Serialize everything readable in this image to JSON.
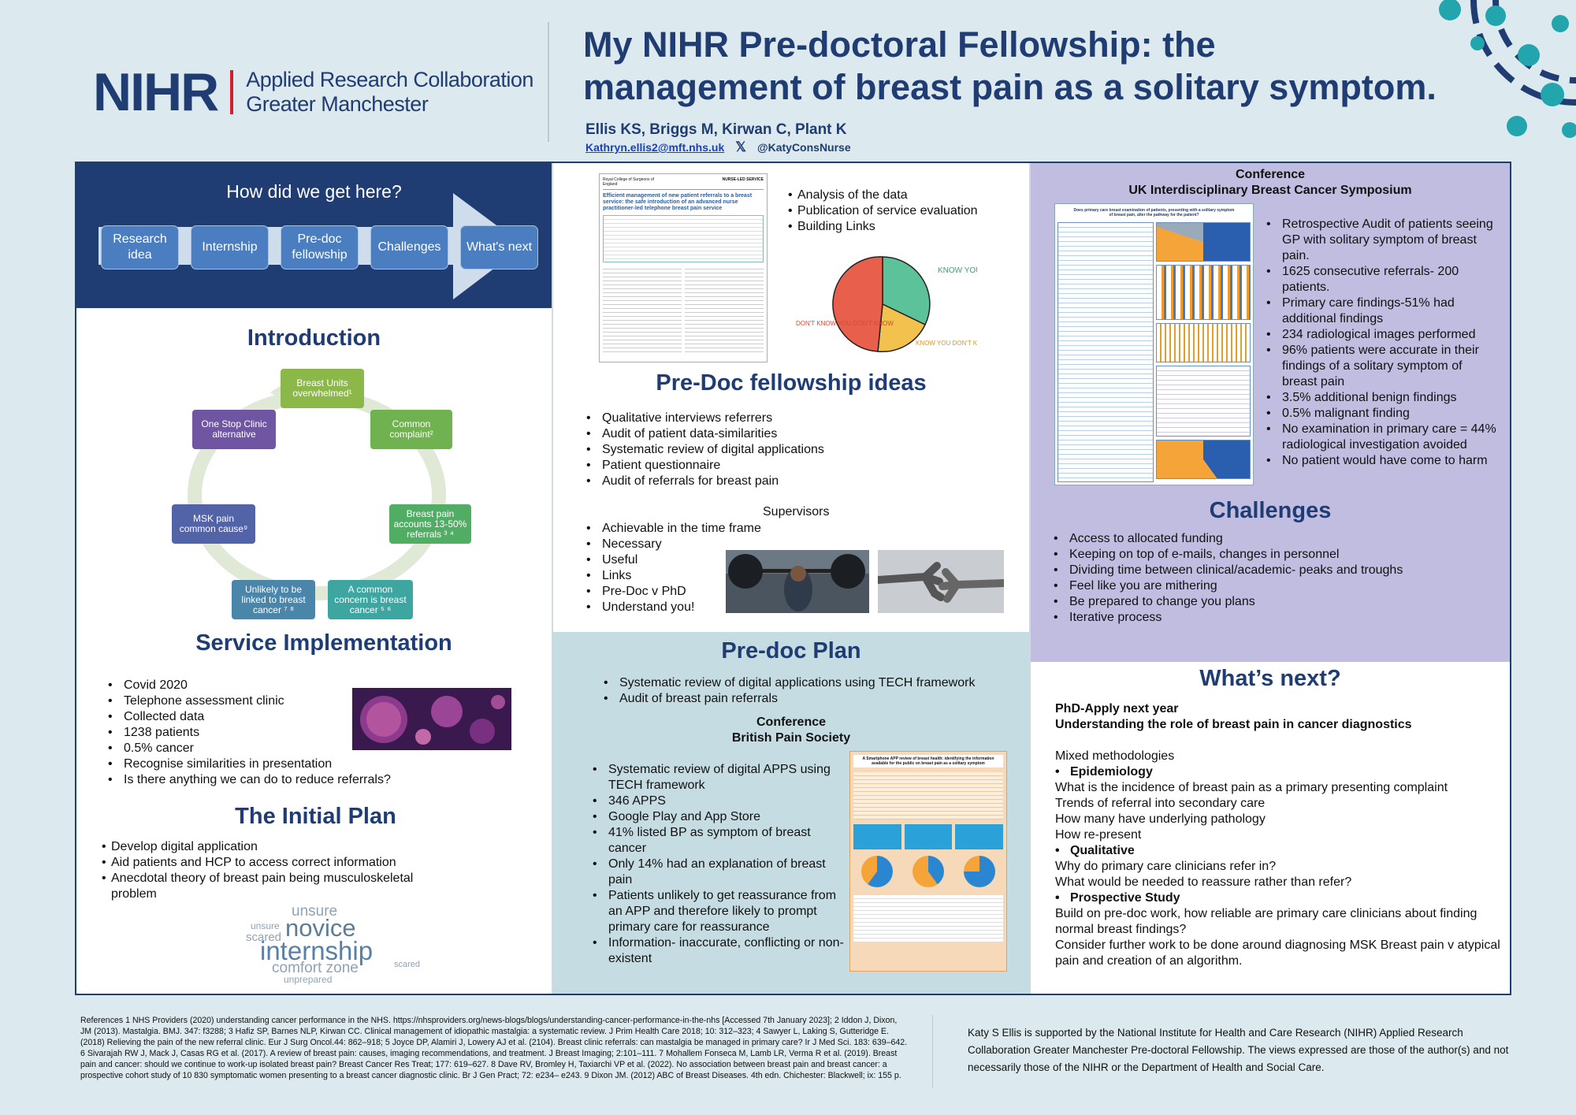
{
  "header": {
    "logo_mark": "NIHR",
    "logo_line1": "Applied Research Collaboration",
    "logo_line2": "Greater Manchester",
    "title": "My NIHR Pre-doctoral Fellowship: the management of breast pain as a solitary symptom.",
    "authors": "Ellis KS, Briggs M, Kirwan C, Plant K",
    "email": "Kathryn.ellis2@mft.nhs.uk",
    "x_icon": "x-logo-icon",
    "twitter": "@KatyConsNurse"
  },
  "how": {
    "title": "How  did we get here?",
    "steps": [
      "Research idea",
      "Internship",
      "Pre-doc fellowship",
      "Challenges",
      "What's next"
    ]
  },
  "intro": {
    "heading": "Introduction",
    "cycle": [
      "Breast Units overwhelmed¹",
      "Common complaint²",
      "Breast pain accounts 13-50% referrals ³ ⁴",
      "A common concern is breast cancer ⁵ ⁶",
      "Unlikely to be linked to breast cancer ⁷ ⁸",
      "MSK pain common cause⁹",
      "One Stop Clinic alternative"
    ]
  },
  "service": {
    "heading": "Service Implementation",
    "items": [
      "Covid 2020",
      "Telephone assessment clinic",
      "Collected data",
      "1238 patients",
      "0.5% cancer",
      "Recognise similarities in presentation",
      "Is there anything we can do to reduce referrals?"
    ]
  },
  "initial": {
    "heading": "The Initial Plan",
    "items": [
      "Develop digital application",
      "Aid patients and HCP to access correct information",
      "Anecdotal theory of breast pain being musculoskeletal problem"
    ],
    "cloud": {
      "w1": "unsure",
      "w2": "novice",
      "w3": "internship",
      "w4": "comfort zone",
      "w5": "unprepared",
      "w6": "scared",
      "w7": "unsure",
      "w8": "scared"
    }
  },
  "paper": {
    "journal": "Royal College of Surgeons of England",
    "service": "NURSE-LED SERVICE",
    "title": "Efficient management of new patient referrals to a breast service: the safe introduction of an advanced nurse practitioner-led telephone breast pain service"
  },
  "analysis": {
    "items": [
      "Analysis of the data",
      "Publication of service evaluation",
      "Building Links"
    ],
    "know": "KNOW YOU KNOW",
    "dont": "DON'T KNOW YOU DON'T KNOW",
    "know_dont": "KNOW YOU DON'T KNOW"
  },
  "ideas": {
    "heading": "Pre-Doc fellowship ideas",
    "items": [
      "Qualitative interviews referrers",
      "Audit of patient data-similarities",
      "Systematic review of digital applications",
      "Patient questionnaire",
      "Audit of referrals for breast pain"
    ],
    "sup_heading": "Supervisors",
    "sup_items": [
      "Achievable in the time frame",
      "Necessary",
      "Useful",
      "Links",
      "Pre-Doc v PhD",
      "Understand you!"
    ]
  },
  "plan": {
    "heading": "Pre-doc Plan",
    "items": [
      "Systematic review of digital applications using TECH framework",
      "Audit of breast pain referrals"
    ],
    "conf_label": "Conference",
    "conf_name": "British Pain Society",
    "conf_items": [
      "Systematic review of digital APPS using TECH framework",
      "346 APPS",
      "Google Play and App Store",
      "41% listed BP as symptom of breast cancer",
      "Only 14% had an explanation of breast pain",
      "Patients unlikely to get reassurance from an APP and therefore likely to prompt primary care for reassurance",
      "Information- inaccurate, conflicting or non-existent"
    ],
    "poster_title": "A Smartphone APP review of breast health: identifying the information available for the public on breast pain as a solitary symptom"
  },
  "conf3": {
    "label": "Conference",
    "name": "UK Interdisciplinary Breast Cancer Symposium",
    "poster_title": "Does primary care breast examination of patients, presenting with a solitary symptom of breast pain, alter the pathway for the patient?",
    "items": [
      "Retrospective Audit of patients seeing GP with solitary symptom of breast pain.",
      "1625 consecutive referrals- 200 patients.",
      "Primary care findings-51% had additional findings",
      "234 radiological images performed",
      "96% patients were accurate in their findings of a solitary symptom of breast pain",
      "3.5% additional benign findings",
      "0.5% malignant finding",
      "No examination in primary care = 44% radiological investigation avoided",
      "No patient would have come to harm"
    ]
  },
  "challenges": {
    "heading": "Challenges",
    "items": [
      "Access to allocated funding",
      "Keeping on top of e-mails, changes in personnel",
      "Dividing time between clinical/academic- peaks and troughs",
      "Feel like you are mithering",
      "Be prepared to change you plans",
      "Iterative process"
    ]
  },
  "next": {
    "heading": "What’s next?",
    "line1": "PhD-Apply next year",
    "line2": "Understanding the role of breast pain in cancer diagnostics",
    "mixed": "Mixed methodologies",
    "epi": "Epidemiology",
    "epi_lines": [
      "What is the incidence of breast pain as a primary presenting complaint",
      "Trends of referral into secondary care",
      "How many have underlying pathology",
      "How re-present"
    ],
    "qual": "Qualitative",
    "qual_lines": [
      "Why do primary care clinicians refer in?",
      "What would be needed to reassure rather than refer?"
    ],
    "prosp": "Prospective Study",
    "prosp_lines": [
      "Build on pre-doc work, how reliable are primary care clinicians about finding normal breast findings?",
      "Consider further work to be done around diagnosing MSK Breast pain v atypical pain and creation of an algorithm."
    ]
  },
  "footer": {
    "refs": "References 1 NHS Providers (2020) understanding cancer performance in the NHS. https://nhsproviders.org/news-blogs/blogs/understanding-cancer-performance-in-the-nhs [Accessed 7th January 2023]; 2 Iddon J, Dixon, JM (2013). Mastalgia. BMJ. 347: f3288; 3 Hafiz SP, Barnes NLP, Kirwan CC. Clinical management of idiopathic mastalgia: a systematic review. J Prim Health Care 2018; 10: 312–323; 4 Sawyer L, Laking S, Gutteridge E. (2018) Relieving the pain of the new referral clinic. Eur J Surg Oncol.44: 862–918; 5 Joyce DP, Alamiri J, Lowery AJ et al. (2104). Breast clinic referrals: can mastalgia be managed in primary care? Ir J Med Sci. 183: 639–642. 6 Sivarajah RW J, Mack J, Casas RG et al. (2017). A review of breast pain: causes, imaging recommendations, and treatment. J Breast Imaging; 2:101–111. 7 Mohallem Fonseca M, Lamb LR, Verma R et al. (2019). Breast pain and cancer: should we continue to work-up isolated breast pain? Breast Cancer Res Treat; 177: 619–627. 8 Dave RV, Bromley H, Taxiarchi VP et al. (2022). No association between breast pain and breast cancer: a prospective cohort study of 10 830 symptomatic women presenting to a breast cancer diagnostic clinic. Br J Gen Pract; 72: e234– e243. 9 Dixon JM. (2012) ABC of Breast Diseases. 4th edn. Chichester: Blackwell; ix: 155 p.",
    "ack": "Katy S Ellis is supported by the National Institute for Health and Care Research (NIHR) Applied Research Collaboration Greater Manchester Pre-doctoral Fellowship. The views expressed are those of the author(s) and not necessarily those of the NIHR or the Department of Health and Social Care."
  },
  "colors": {
    "navy": "#1f3c73",
    "lavender": "#c0bde0",
    "teal_bg": "#c5dde2",
    "step_blue": "#4b7ec0"
  }
}
